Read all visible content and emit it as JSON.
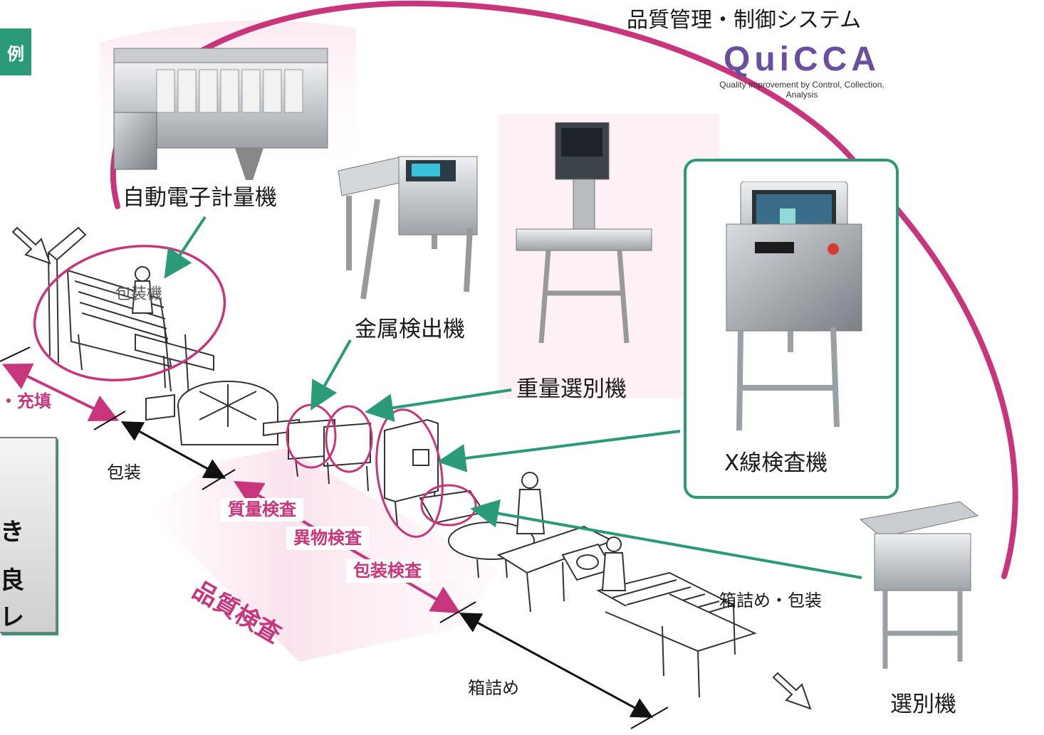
{
  "header": {
    "system_title": "品質管理・制御システム",
    "logo_text": "QuiCCA",
    "logo_tagline": "Quality Improvement by Control, Collection, Analysis",
    "corner_tag": "例"
  },
  "machines": {
    "weigher": "自動電子計量機",
    "metal_detector": "金属検出機",
    "checkweigher": "重量選別機",
    "xray": "X線検査機",
    "sorter": "選別機",
    "packing_machine": "包装機"
  },
  "line": {
    "fill": "・充填",
    "packaging": "包装",
    "boxing": "箱詰め",
    "boxing_packaging": "箱詰め・包装"
  },
  "inspection": {
    "mass": "質量検査",
    "foreign": "異物検査",
    "package": "包装検査",
    "quality": "品質検査"
  },
  "note": {
    "line1": "き",
    "line2": "良",
    "line3": "レ"
  },
  "colors": {
    "magenta": "#c8357c",
    "green": "#2a9a78",
    "line_gray": "#555555"
  },
  "icons": [
    "arrow-in-icon",
    "arrow-out-icon"
  ]
}
